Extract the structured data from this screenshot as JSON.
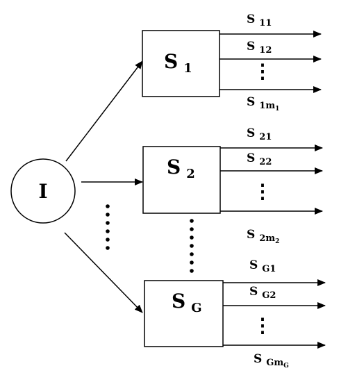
{
  "input_node": {
    "label": "I"
  },
  "stages": [
    {
      "main": "S",
      "sub": "1",
      "outputs": [
        {
          "main": "S",
          "sub": "11",
          "subsub": ""
        },
        {
          "main": "S",
          "sub": "12",
          "subsub": ""
        },
        {
          "main": "S",
          "sub": "1m",
          "subsub": "1"
        }
      ]
    },
    {
      "main": "S",
      "sub": "2",
      "outputs": [
        {
          "main": "S",
          "sub": "21",
          "subsub": ""
        },
        {
          "main": "S",
          "sub": "22",
          "subsub": ""
        },
        {
          "main": "S",
          "sub": "2m",
          "subsub": "2"
        }
      ]
    },
    {
      "main": "S",
      "sub": "G",
      "outputs": [
        {
          "main": "S",
          "sub": "G1",
          "subsub": ""
        },
        {
          "main": "S",
          "sub": "G2",
          "subsub": ""
        },
        {
          "main": "S",
          "sub": "Gm",
          "subsub": "G"
        }
      ]
    }
  ],
  "ellipsis_glyph": "⋮"
}
